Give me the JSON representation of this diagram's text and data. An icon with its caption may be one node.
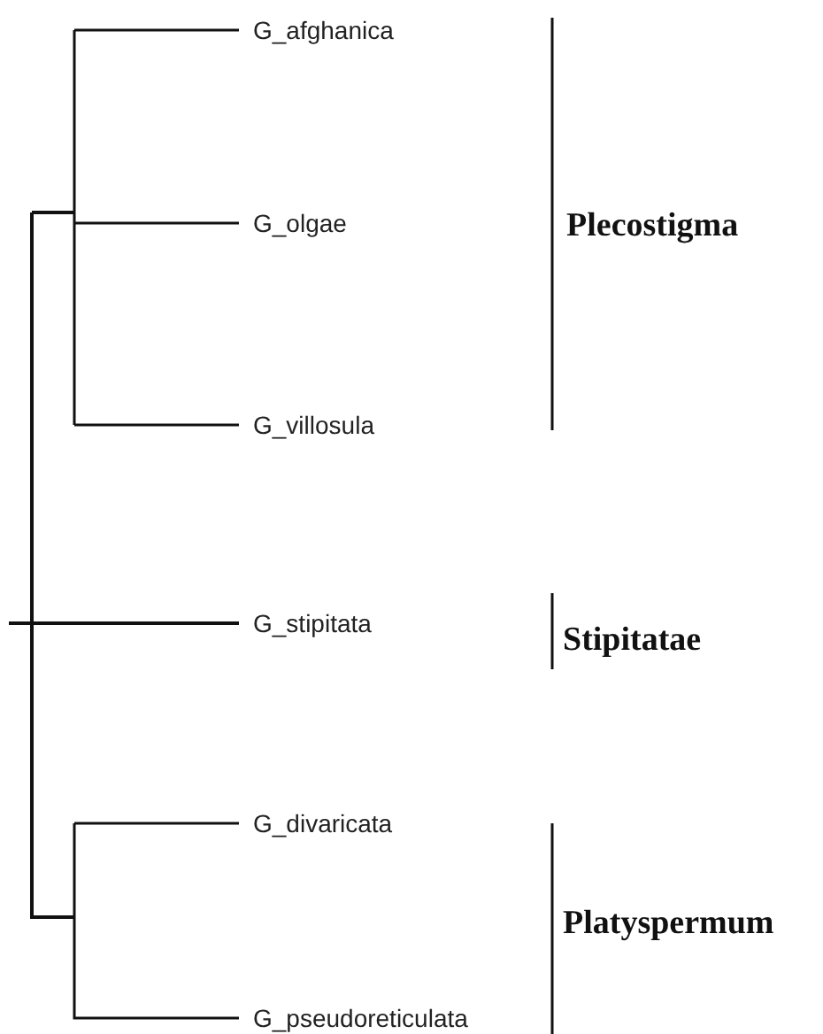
{
  "diagram": {
    "labels": [
      "G_afghanica",
      "G_olgae",
      "Plecostigma",
      "G_villosula",
      "G_stipitata",
      "Stipitatae",
      "G_divaricata",
      "Platyspermum",
      "G_pseudoreticulata"
    ]
  }
}
